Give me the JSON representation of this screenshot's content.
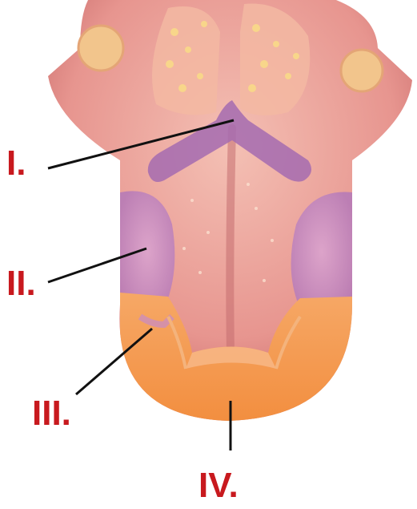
{
  "colors": {
    "label_red": "#c8191e",
    "leader_line": "#111111",
    "tongue_base": "#e7958f",
    "tongue_light": "#f4c0b4",
    "tongue_shadow": "#c86a6a",
    "bitter_zone": "#a56bb0",
    "sour_zone": "#c68ac4",
    "sweet_zone": "#f39a4c",
    "papillae": "#f8d68a"
  },
  "labels": {
    "bitter": "I.",
    "sour": "II.",
    "salty": "III.",
    "sweet": "IV."
  }
}
